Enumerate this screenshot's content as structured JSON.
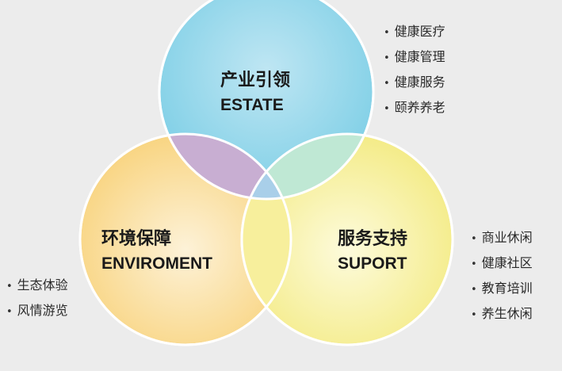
{
  "background_color": "#ececec",
  "circles": {
    "top": {
      "name_cn": "产业引领",
      "name_en": "ESTATE",
      "color": "#7ecfe6",
      "items": [
        "健康医疗",
        "健康管理",
        "健康服务",
        "颐养养老"
      ]
    },
    "left": {
      "name_cn": "环境保障",
      "name_en": "ENVIROMENT",
      "color": "#f8d27a",
      "items": [
        "生态体验",
        "风情游览"
      ]
    },
    "right": {
      "name_cn": "服务支持",
      "name_en": "SUPORT",
      "color": "#f6ee8e",
      "items": [
        "商业休闲",
        "健康社区",
        "教育培训",
        "养生休闲"
      ]
    }
  },
  "overlaps": {
    "top_left": "#c8aed2",
    "top_right": "#bfe8d4",
    "left_right": "#f7ef9c",
    "center": "#a9cfe9"
  },
  "bullet_glyph": "•"
}
